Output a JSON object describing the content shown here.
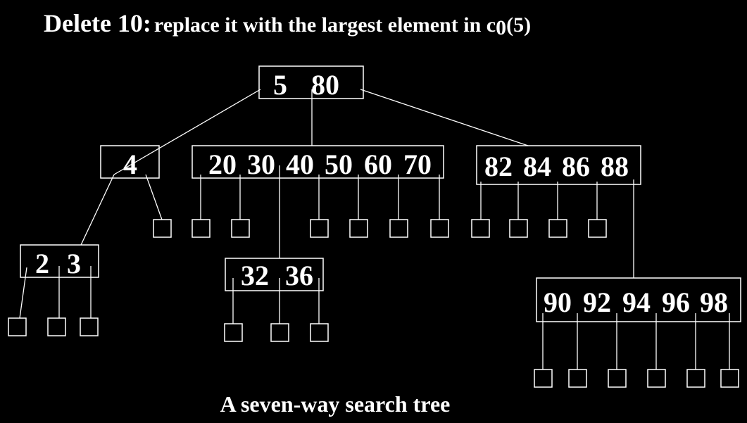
{
  "title": {
    "lead": "Delete 10:",
    "rest": "replace it with the largest element in c",
    "sub": "0",
    "tail": "(5)"
  },
  "caption": "A seven-way search tree",
  "tree": {
    "root": [
      "5",
      "80"
    ],
    "child_left": [
      "4"
    ],
    "child_mid": [
      "20",
      "30",
      "40",
      "50",
      "60",
      "70"
    ],
    "child_right": [
      "82",
      "84",
      "86",
      "88"
    ],
    "grand_left": [
      "2",
      "3"
    ],
    "grand_mid": [
      "32",
      "36"
    ],
    "grand_right": [
      "90",
      "92",
      "94",
      "96",
      "98"
    ]
  }
}
